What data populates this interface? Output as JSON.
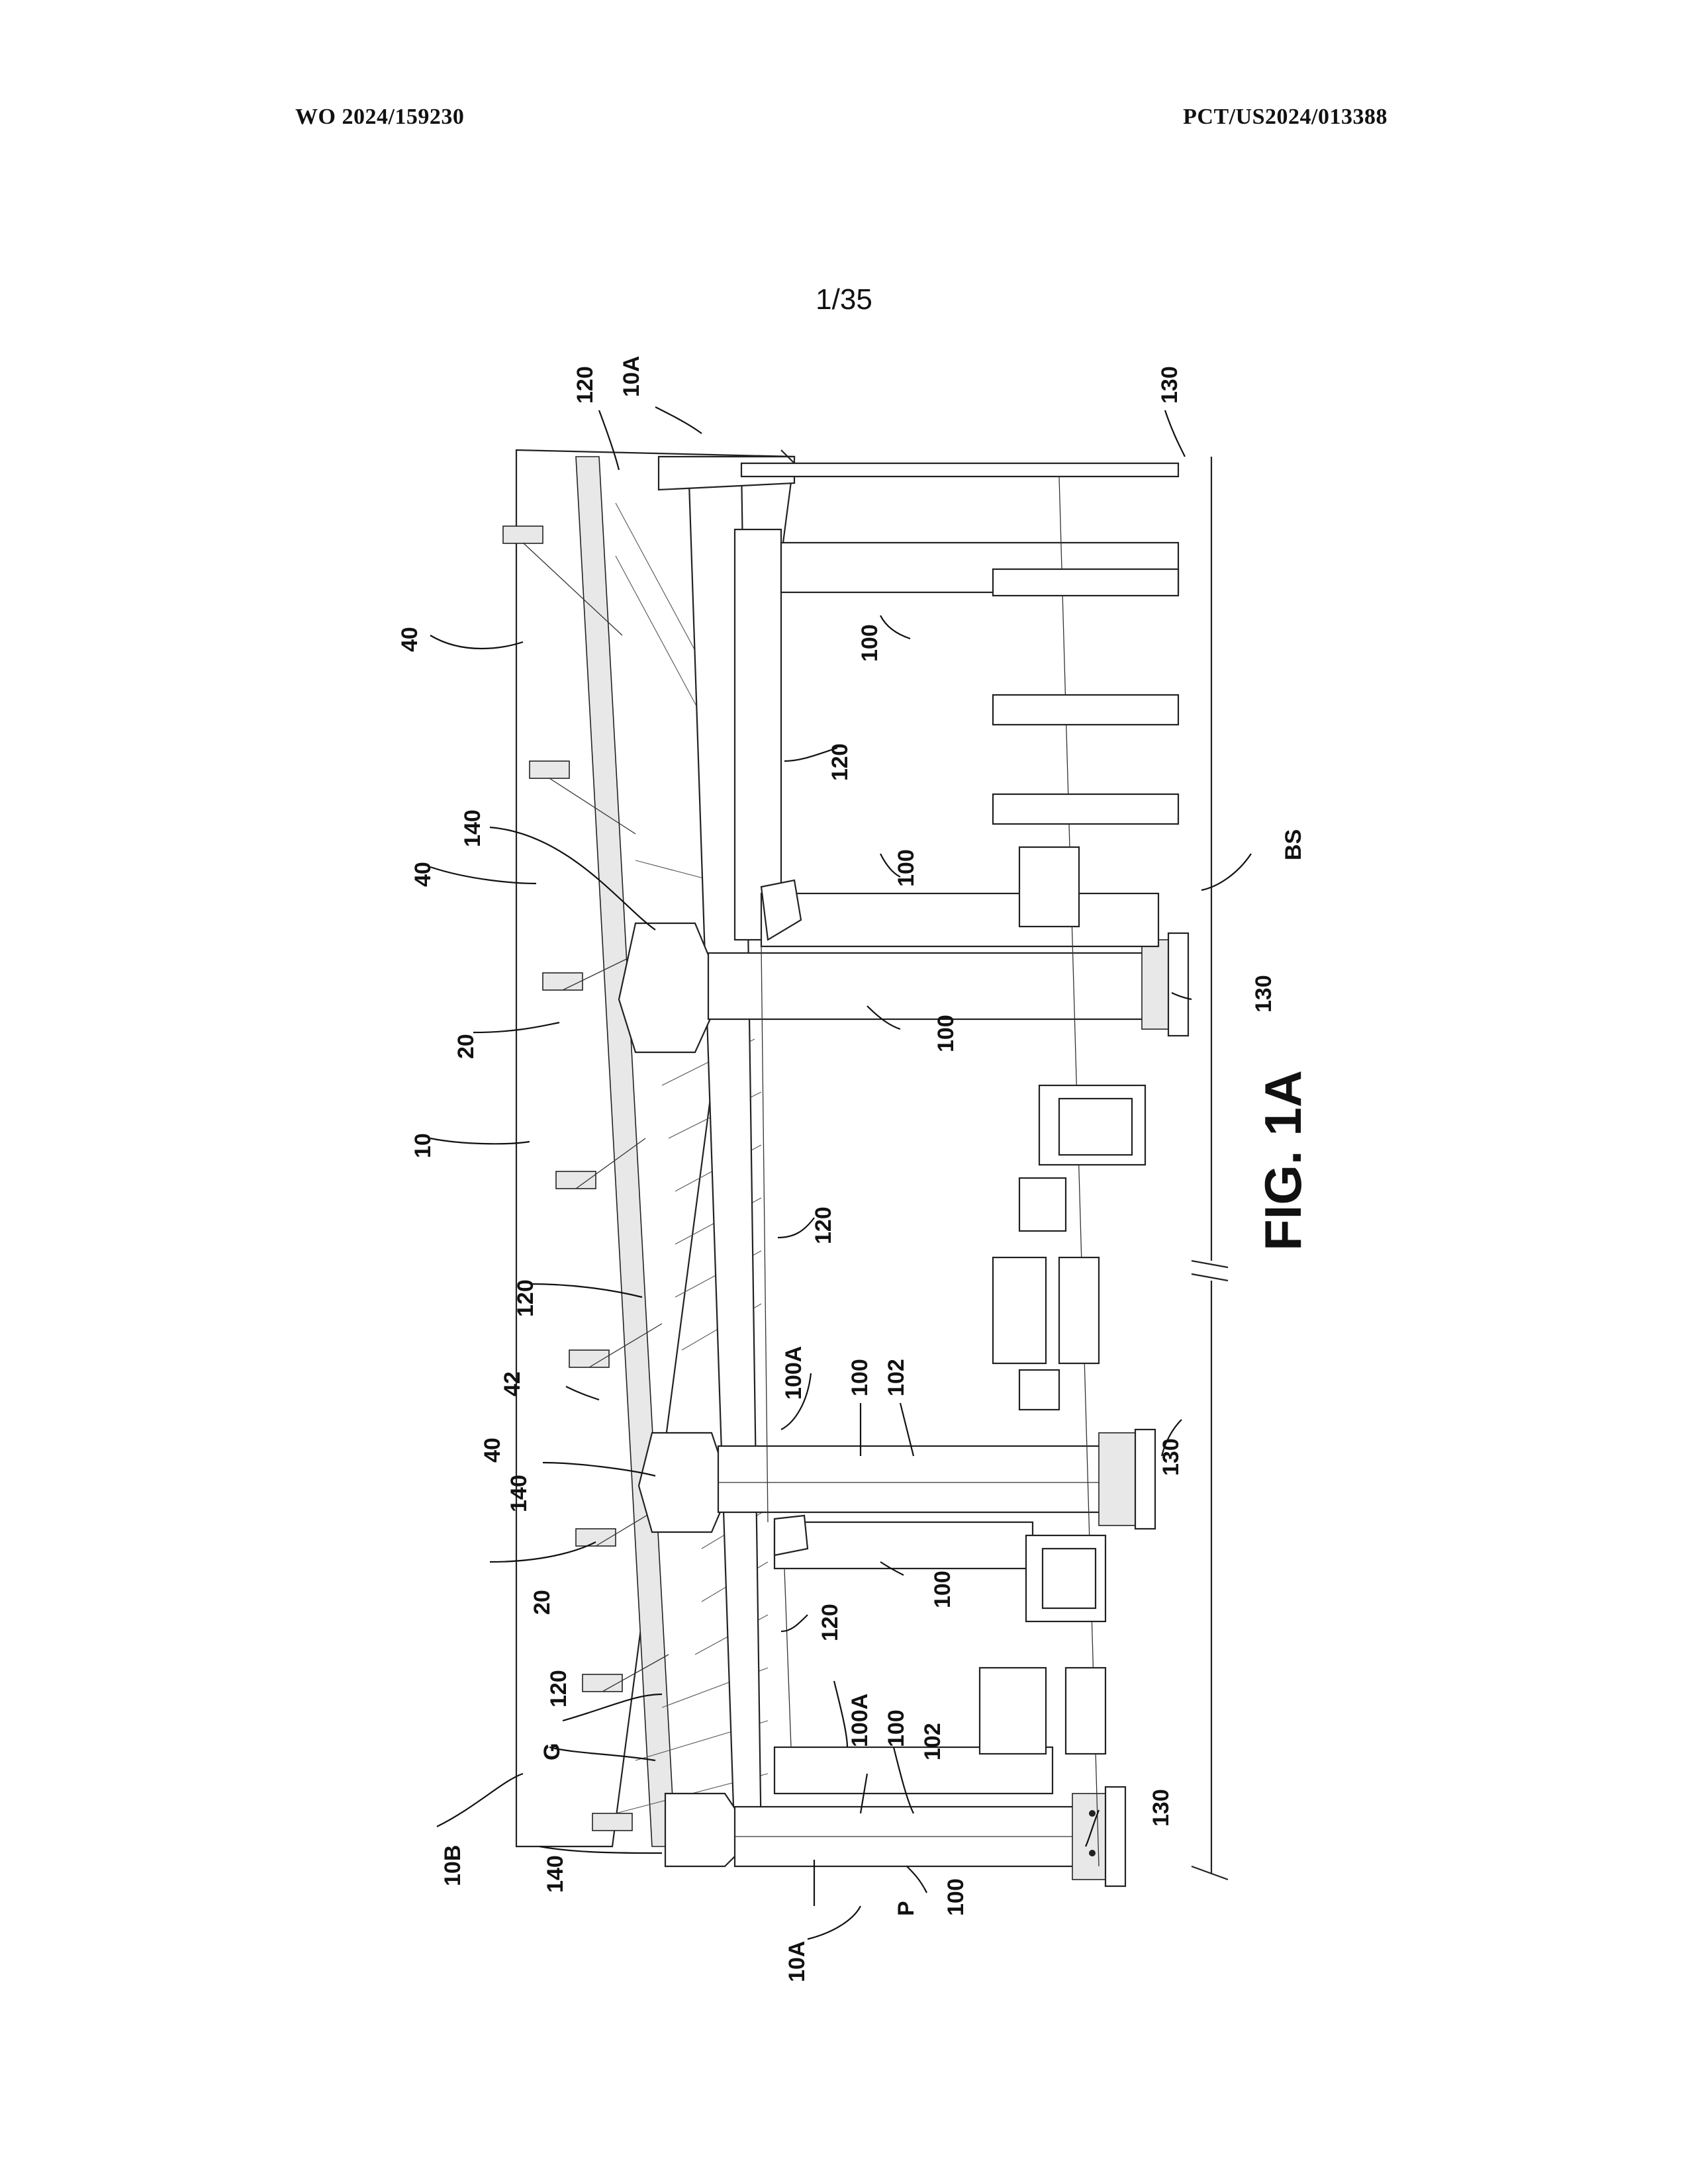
{
  "header": {
    "publication_number": "WO 2024/159230",
    "application_number": "PCT/US2024/013388"
  },
  "sheet_number": "1/35",
  "figure": {
    "caption": "FIG. 1A",
    "reference_labels": {
      "structure": "10",
      "end_a": "10A",
      "end_b": "10B",
      "connector": "20",
      "rafter": "40",
      "rafter_end": "42",
      "column": "100",
      "column_face": "100A",
      "column_edge": "102",
      "beam": "120",
      "base_plate": "130",
      "node": "140",
      "glazing": "G",
      "post": "P",
      "bus_stop": "BS"
    }
  }
}
